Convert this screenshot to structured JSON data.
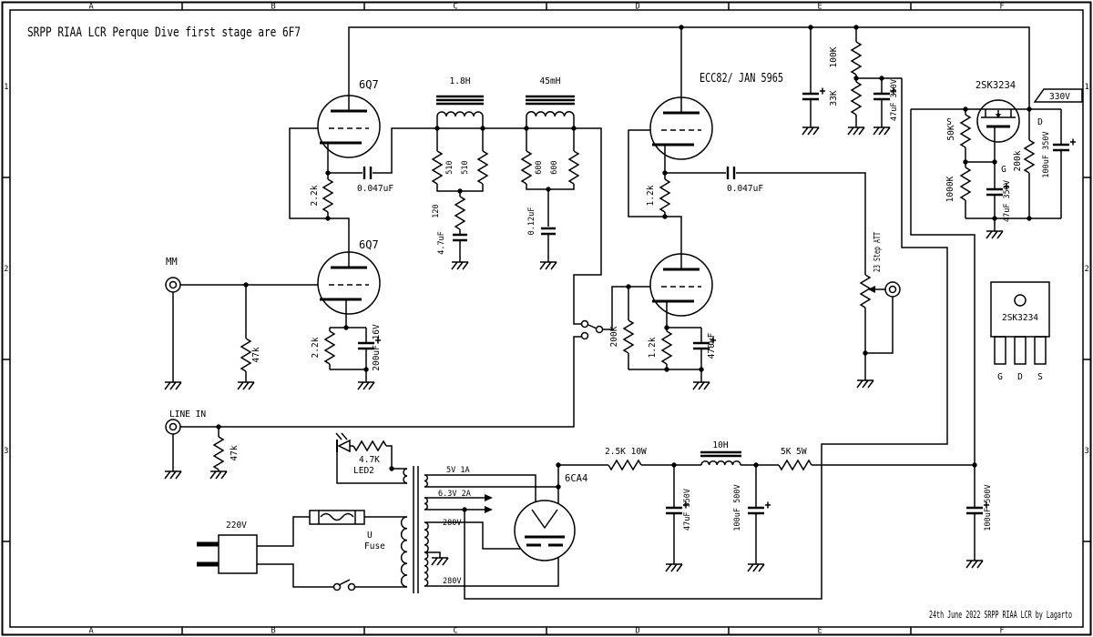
{
  "drawing": {
    "title": "SRPP RIAA LCR Perque Dive first stage are 6F7",
    "footer": "24th June 2022 SRPP RIAA LCR by Lagarto",
    "frame": {
      "cols": [
        "A",
        "B",
        "C",
        "D",
        "E",
        "F"
      ],
      "rows": [
        "1",
        "2",
        "3"
      ]
    },
    "tubes": {
      "v1": "6Q7",
      "v2": "6Q7",
      "v3": "ECC82/ JAN 5965",
      "v4": "6CA4"
    },
    "fet": {
      "name": "2SK3234",
      "pkg_name": "2SK3234",
      "s": "S",
      "d": "D",
      "g": "G",
      "pkg_g": "G",
      "pkg_d": "D",
      "pkg_s": "S",
      "flag": "330V"
    },
    "labels": {
      "r_2k2_a": "2.2k",
      "c_coup1": "0.047uF",
      "l_18h": "1.8H",
      "r_510_a": "510",
      "r_510_b": "510",
      "r_120": "120",
      "c_4u7": "4.7uF",
      "l_45mh": "45mH",
      "r_600_a": "600",
      "r_600_b": "600",
      "c_012": "0.12uF",
      "mm": "MM",
      "r_47k_a": "47k",
      "r_2k2_b": "2.2k",
      "c_200u": "200uF 16V",
      "line_in": "LINE IN",
      "r_47k_b": "47k",
      "r_1k2_a": "1.2k",
      "c_coup2": "0.047uF",
      "r_200k": "200K",
      "r_1k2_b": "1.2k",
      "c_470u": "470uF",
      "att": "23 Step ATT",
      "r_100k": "100K",
      "r_33k": "33K",
      "c_47u_a": "47uF 350V",
      "r_50k": "50K",
      "r_1000k": "1000K",
      "c_47u_b": "47uF 350V",
      "r_200k_reg": "200k",
      "c_100u_350": "100uF 350V",
      "r_4k7": "4.7K",
      "led2": "LED2",
      "v220": "220V",
      "fuse_u": "U",
      "fuse": "Fuse",
      "w_5v": "5V 1A",
      "w_63v": "6.3V 2A",
      "w_280a": "280V",
      "w_280b": "280V",
      "r_2k5": "2.5K 10W",
      "c_47u_c": "47uF 350V",
      "l_10h": "10H",
      "c_100u_a": "100uF 500V",
      "r_5k": "5K 5W",
      "c_100u_b": "100uF 500V"
    }
  }
}
